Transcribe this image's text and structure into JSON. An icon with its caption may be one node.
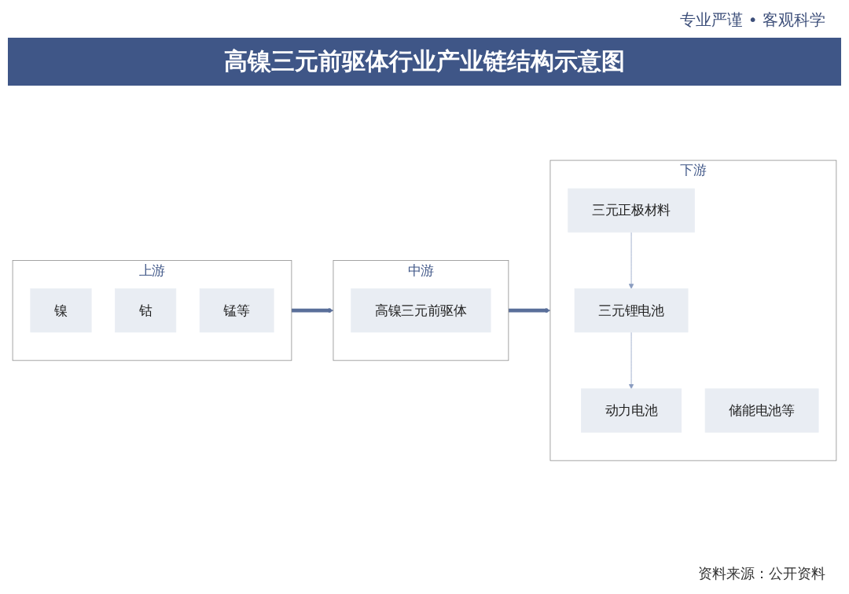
{
  "diagram": {
    "title": "高镍三元前驱体行业产业链结构示意图",
    "nodes": [
      {
        "text": [
          "上游"
        ]
      },
      {
        "text": [
          "镍"
        ],
        "in": 0
      },
      {
        "text": [
          "钴"
        ],
        "in": 0
      },
      {
        "text": [
          "锰等"
        ],
        "in": 0
      },
      {
        "text": [
          "中游"
        ]
      },
      {
        "text": [
          "高镍三元前驱体"
        ],
        "in": 4
      },
      {
        "text": [
          "下游"
        ]
      },
      {
        "text": [
          "三元正极材料"
        ],
        "in": 6
      },
      {
        "text": [
          "三元锂电池"
        ],
        "in": 6
      },
      {
        "text": [
          "动力电池"
        ],
        "in": 6
      },
      {
        "text": [
          "储能电池等"
        ],
        "in": 6
      }
    ],
    "edges": [
      {
        "from": 0,
        "to": 4,
        "arrow": "to",
        "style": "thick",
        "color": "#5a6f9a"
      },
      {
        "from": 4,
        "to": 6,
        "arrow": "to",
        "style": "thick",
        "color": "#5a6f9a"
      },
      {
        "from": 7,
        "to": 8,
        "arrow": "to",
        "color": "#8a9cc0"
      },
      {
        "from": 8,
        "to": 9,
        "arrow": "to",
        "color": "#8a9cc0"
      }
    ],
    "labels": [
      "专业严谨 • 客观科学",
      "资料来源：公开资料"
    ]
  }
}
